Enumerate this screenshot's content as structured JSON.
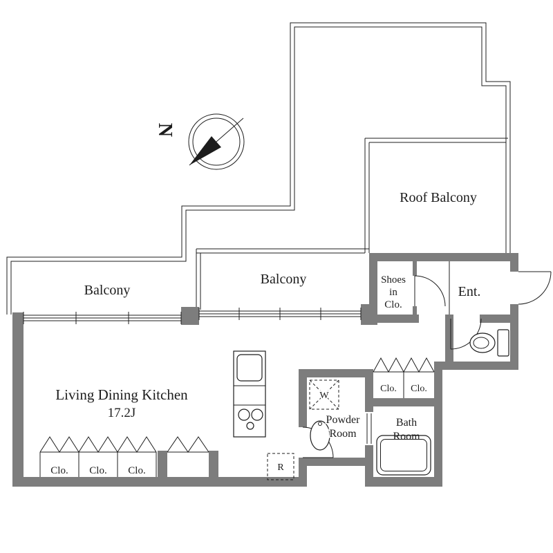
{
  "meta": {
    "type": "floor-plan",
    "unit_size_label": "17.2J"
  },
  "colors": {
    "wall": "#7d7d7d",
    "line": "#1c1c1c",
    "text": "#1c1c1c",
    "background": "#ffffff"
  },
  "compass": {
    "north_label": "N"
  },
  "rooms": {
    "roof_balcony": {
      "label": "Roof Balcony"
    },
    "balcony_main": {
      "label": "Balcony"
    },
    "balcony_left": {
      "label": "Balcony"
    },
    "shoes_in_closet": {
      "line1": "Shoes",
      "line2": "in",
      "line3": "Clo."
    },
    "entrance": {
      "label": "Ent."
    },
    "living_dining_kitchen": {
      "label": "Living Dining Kitchen",
      "size": "17.2J"
    },
    "powder_room": {
      "line1": "Powder",
      "line2": "Room"
    },
    "bath_room": {
      "line1": "Bath",
      "line2": "Room"
    },
    "closet_bottom_1": {
      "label": "Clo."
    },
    "closet_bottom_2": {
      "label": "Clo."
    },
    "closet_bottom_3": {
      "label": "Clo."
    },
    "closet_hall_1": {
      "label": "Clo."
    },
    "closet_hall_2": {
      "label": "Clo."
    }
  },
  "fixtures": {
    "washing_machine": "W",
    "refrigerator": "R"
  }
}
